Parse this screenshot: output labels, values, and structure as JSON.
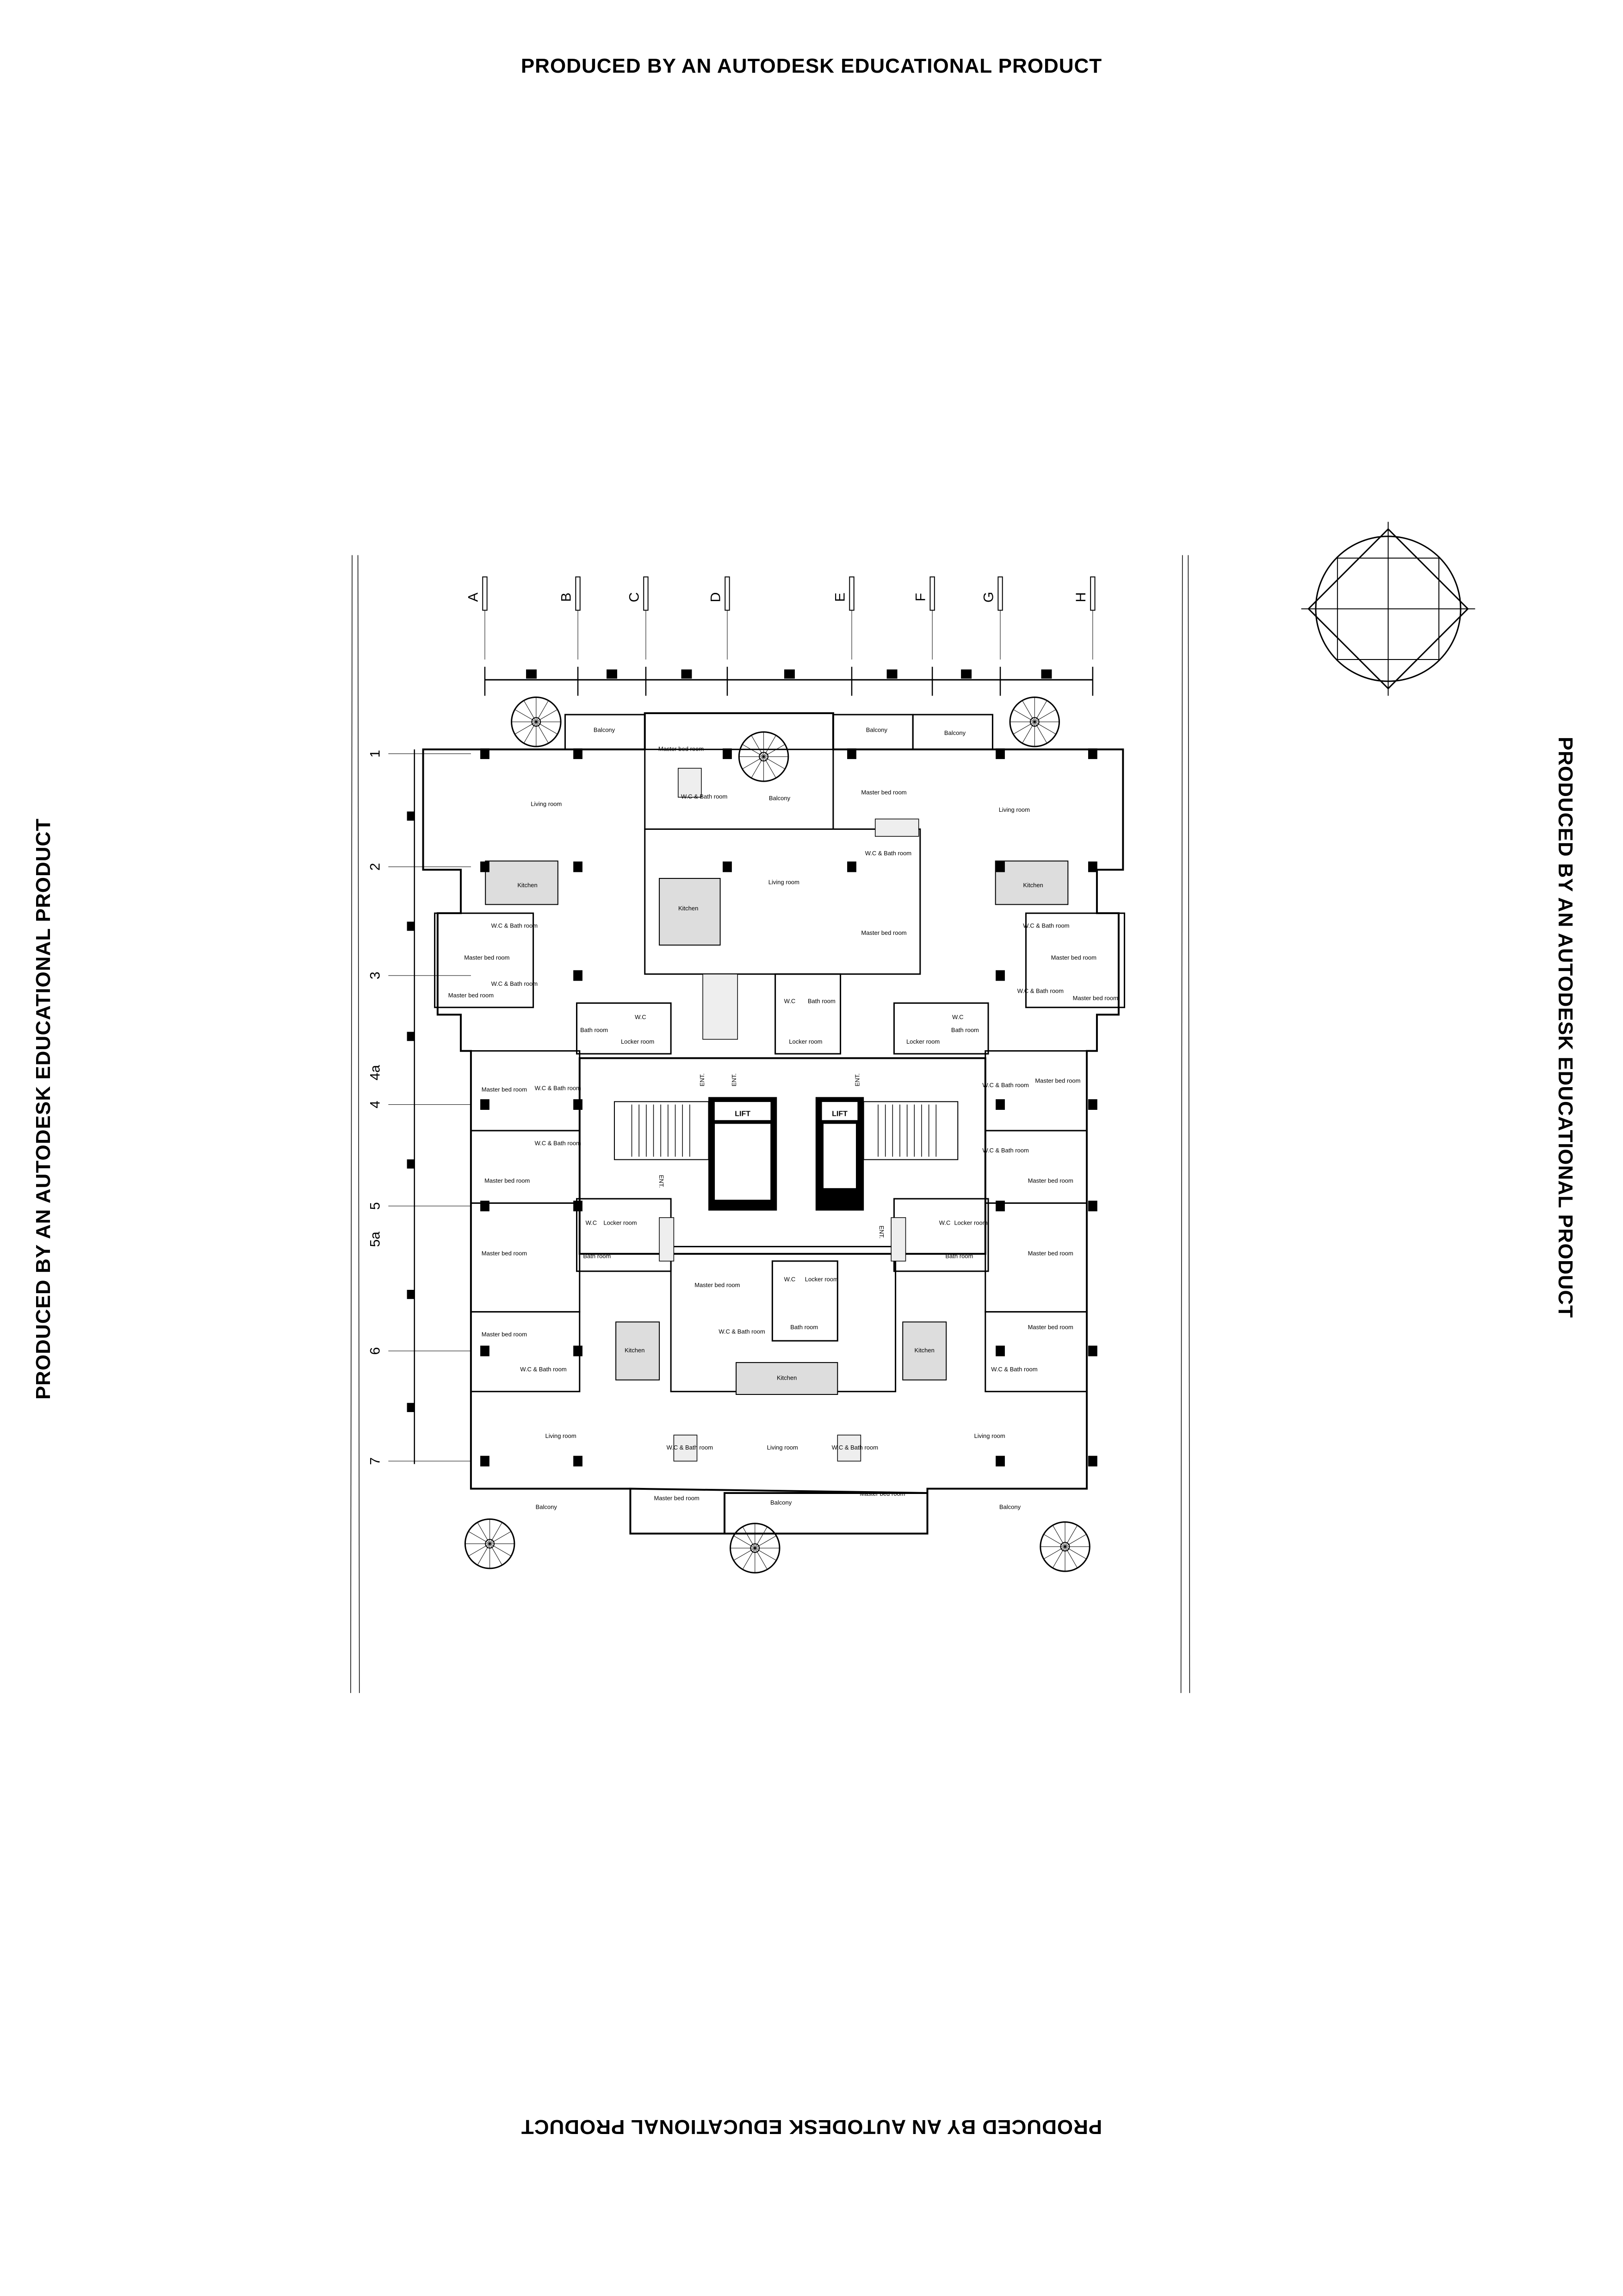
{
  "watermarks": {
    "top": "PRODUCED BY AN AUTODESK EDUCATIONAL PRODUCT",
    "bottom": "PRODUCED BY AN AUTODESK EDUCATIONAL PRODUCT",
    "left": "PRODUCED BY AN AUTODESK EDUCATIONAL PRODUCT",
    "right": "PRODUCED BY AN AUTODESK EDUCATIONAL PRODUCT"
  },
  "grid_columns": [
    "A",
    "B",
    "C",
    "D",
    "E",
    "F",
    "G",
    "H"
  ],
  "grid_rows": [
    "1",
    "2",
    "3",
    "4a",
    "4",
    "5",
    "5a",
    "6",
    "7"
  ],
  "core": {
    "entrance_label": "ENT.",
    "lift_label": "LIFT"
  },
  "rooms": [
    "Balcony",
    "Master bed room",
    "W.C & Bath room",
    "Balcony",
    "Balcony",
    "Balcony",
    "Master bed room",
    "W.C & Bath room",
    "Master bed room",
    "Living room",
    "Living room",
    "Kitchen",
    "Kitchen",
    "Living room",
    "Kitchen",
    "W.C & Bath room",
    "Master bed room",
    "W.C & Bath room",
    "Master bed room",
    "W.C & Bath room",
    "Master bed room",
    "W.C & Bath room",
    "Master bed room",
    "W.C",
    "Bath room",
    "Locker room",
    "W.C",
    "Bath room",
    "Locker room",
    "W.C",
    "Bath room",
    "Locker room",
    "Master bed room",
    "W.C & Bath room",
    "W.C & Bath room",
    "Master bed room",
    "W.C & Bath room",
    "Master bed room",
    "W.C & Bath room",
    "Master bed room",
    "W.C",
    "Locker room",
    "Bath room",
    "W.C",
    "Locker room",
    "Bath room",
    "Master bed room",
    "Master bed room",
    "Master bed room",
    "W.C",
    "Locker room",
    "W.C & Bath room",
    "Bath room",
    "Kitchen",
    "Kitchen",
    "Kitchen",
    "Master bed room",
    "W.C & Bath room",
    "Master bed room",
    "W.C & Bath room",
    "Living room",
    "Living room",
    "Living room",
    "W.C & Bath room",
    "W.C & Bath room",
    "Master bed room",
    "Master bed room",
    "Balcony",
    "Balcony",
    "Balcony"
  ]
}
